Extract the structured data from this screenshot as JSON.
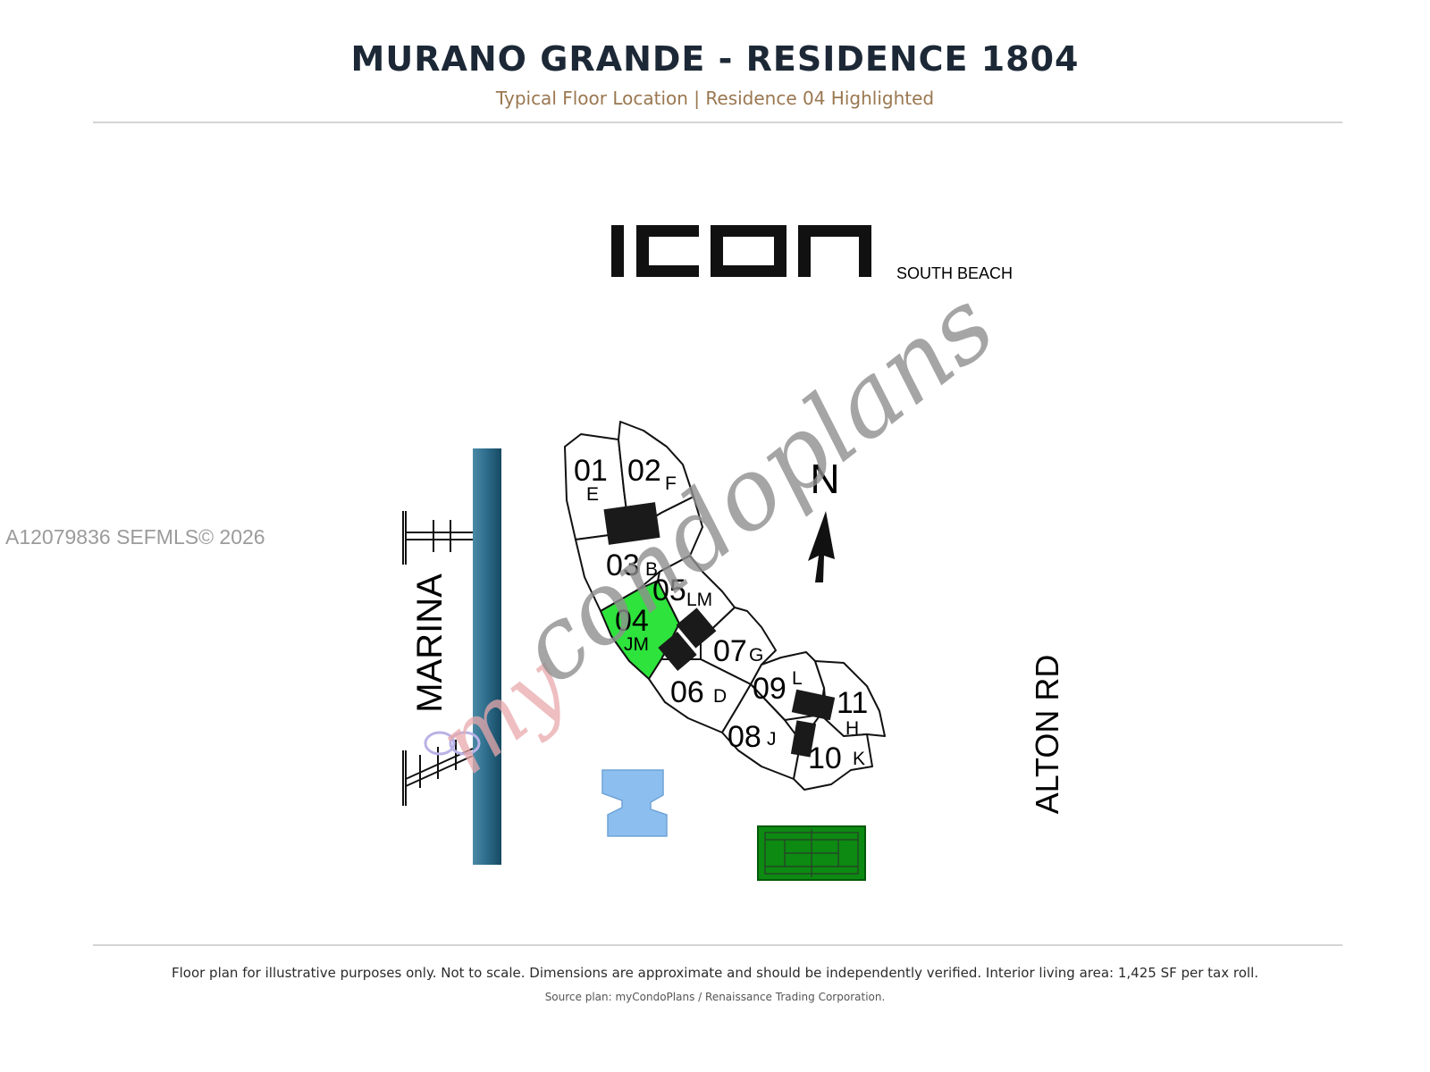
{
  "header": {
    "title": "MURANO GRANDE - RESIDENCE 1804",
    "subtitle": "Typical Floor Location | Residence 04 Highlighted"
  },
  "watermark": {
    "mls_id": "A12079836  SEFMLS© 2026",
    "script_text": "mycondoplans"
  },
  "site_plan": {
    "neighbor_logo": "ICON",
    "neighbor_logo_sub": "SOUTH BEACH",
    "north_label": "N",
    "marina_label": "MARINA",
    "street_label": "ALTON RD",
    "highlight_color": "#2ee33c",
    "units": [
      {
        "num": "01",
        "letter": "E",
        "highlighted": false
      },
      {
        "num": "02",
        "letter": "F",
        "highlighted": false
      },
      {
        "num": "03",
        "letter": "B",
        "highlighted": false
      },
      {
        "num": "04",
        "letter": "JM",
        "highlighted": true
      },
      {
        "num": "05",
        "letter": "LM",
        "highlighted": false
      },
      {
        "num": "06",
        "letter": "D",
        "highlighted": false
      },
      {
        "num": "07",
        "letter": "G",
        "highlighted": false
      },
      {
        "num": "08",
        "letter": "J",
        "highlighted": false
      },
      {
        "num": "09",
        "letter": "L",
        "highlighted": false
      },
      {
        "num": "10",
        "letter": "K",
        "highlighted": false
      },
      {
        "num": "11",
        "letter": "H",
        "highlighted": false
      }
    ]
  },
  "footer": {
    "disclaimer": "Floor plan for illustrative purposes only. Not to scale. Dimensions are approximate and should be independently verified. Interior living area: 1,425 SF per tax roll.",
    "source": "Source plan: myCondoPlans / Renaissance Trading Corporation."
  }
}
